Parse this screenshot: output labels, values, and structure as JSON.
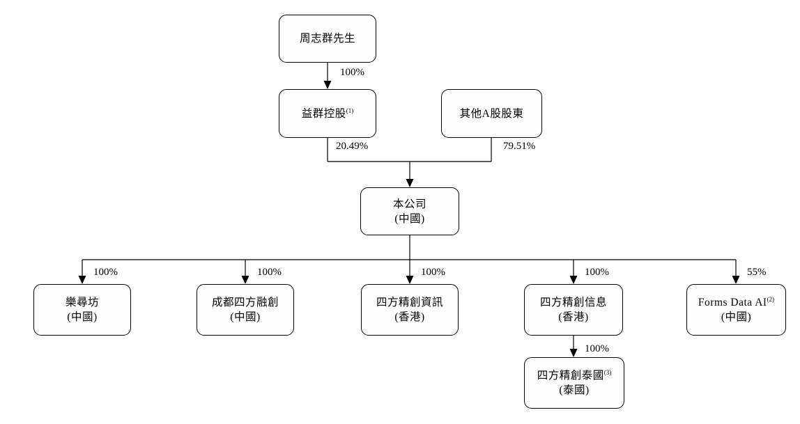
{
  "diagram_type": "shareholding-structure-flowchart",
  "colors": {
    "line": "#000000",
    "box_border": "#000000",
    "box_fill": "#fefefe",
    "text": "#000000",
    "background": "#ffffff"
  },
  "nodes": {
    "zhou": {
      "label": "周志群先生"
    },
    "yiqun": {
      "label": "益群控股",
      "sup": "(1)"
    },
    "other_a": {
      "label": "其他A股股東"
    },
    "company": {
      "label": "本公司",
      "location": "(中國)"
    },
    "lexunfang": {
      "label": "樂尋坊",
      "location": "(中國)"
    },
    "chengdu": {
      "label": "成都四方融創",
      "location": "(中國)"
    },
    "hk_info1": {
      "label": "四方精創資訊",
      "location": "(香港)"
    },
    "hk_info2": {
      "label": "四方精創信息",
      "location": "(香港)"
    },
    "forms_data": {
      "label": "Forms Data AI",
      "sup": "(2)",
      "location": "(中國)"
    },
    "thailand": {
      "label": "四方精創泰國",
      "sup": "(3)",
      "location": "(泰國)"
    }
  },
  "edges": {
    "zhou_to_yiqun": {
      "from": "周志群先生",
      "to": "益群控股",
      "label": "100%"
    },
    "yiqun_to_company": {
      "from": "益群控股",
      "to": "本公司",
      "label": "20.49%"
    },
    "other_a_to_company": {
      "from": "其他A股股東",
      "to": "本公司",
      "label": "79.51%"
    },
    "company_to_lexunfang": {
      "from": "本公司",
      "to": "樂尋坊",
      "label": "100%"
    },
    "company_to_chengdu": {
      "from": "本公司",
      "to": "成都四方融創",
      "label": "100%"
    },
    "company_to_hk_info1": {
      "from": "本公司",
      "to": "四方精創資訊",
      "label": "100%"
    },
    "company_to_hk_info2": {
      "from": "本公司",
      "to": "四方精創信息",
      "label": "100%"
    },
    "company_to_forms_data": {
      "from": "本公司",
      "to": "Forms Data AI",
      "label": "55%"
    },
    "hk_info2_to_thailand": {
      "from": "四方精創信息",
      "to": "四方精創泰國",
      "label": "100%"
    }
  }
}
